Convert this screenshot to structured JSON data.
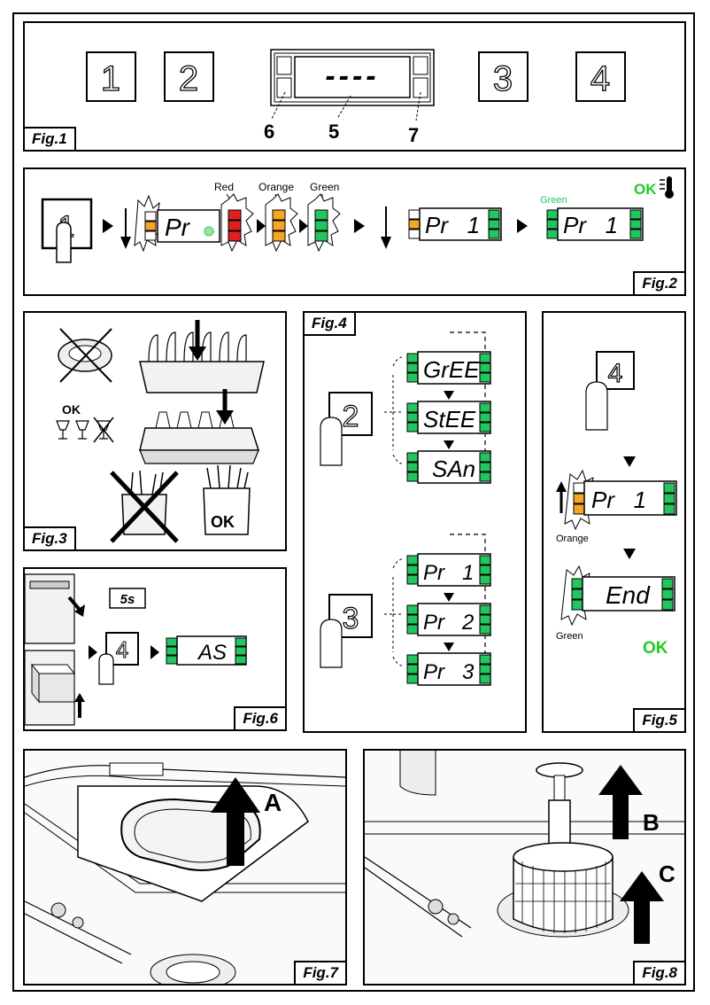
{
  "fig1": {
    "label": "Fig.1",
    "keys": [
      "1",
      "2",
      "3",
      "4"
    ],
    "display": "----",
    "callouts": [
      "6",
      "5",
      "7"
    ]
  },
  "fig2": {
    "label": "Fig.2",
    "key": "1",
    "screen1": "Pr",
    "colors": {
      "red": "Red",
      "orange": "Orange",
      "green": "Green"
    },
    "screen2": "Pr   1",
    "screen3": "Pr   1",
    "ok": "OK",
    "green_label": "Green"
  },
  "fig3": {
    "label": "Fig.3",
    "ok1": "OK",
    "ok2": "OK"
  },
  "fig4": {
    "label": "Fig.4",
    "key_a": "2",
    "key_b": "3",
    "modes": [
      "GrEE",
      "StEE",
      "SAn"
    ],
    "programs": [
      "Pr   1",
      "Pr   2",
      "Pr   3"
    ]
  },
  "fig5": {
    "label": "Fig.5",
    "key": "4",
    "screen1": "Pr   1",
    "orange": "Orange",
    "screen2": "End",
    "green": "Green",
    "ok": "OK"
  },
  "fig6": {
    "label": "Fig.6",
    "time": "5s",
    "key": "4",
    "screen": "AS"
  },
  "fig7": {
    "label": "Fig.7",
    "arrow": "A"
  },
  "fig8": {
    "label": "Fig.8",
    "arrow_b": "B",
    "arrow_c": "C"
  },
  "colors": {
    "green": "#22c55e",
    "orange": "#f5a623",
    "red": "#e02020",
    "ok_green": "#22cc22"
  }
}
